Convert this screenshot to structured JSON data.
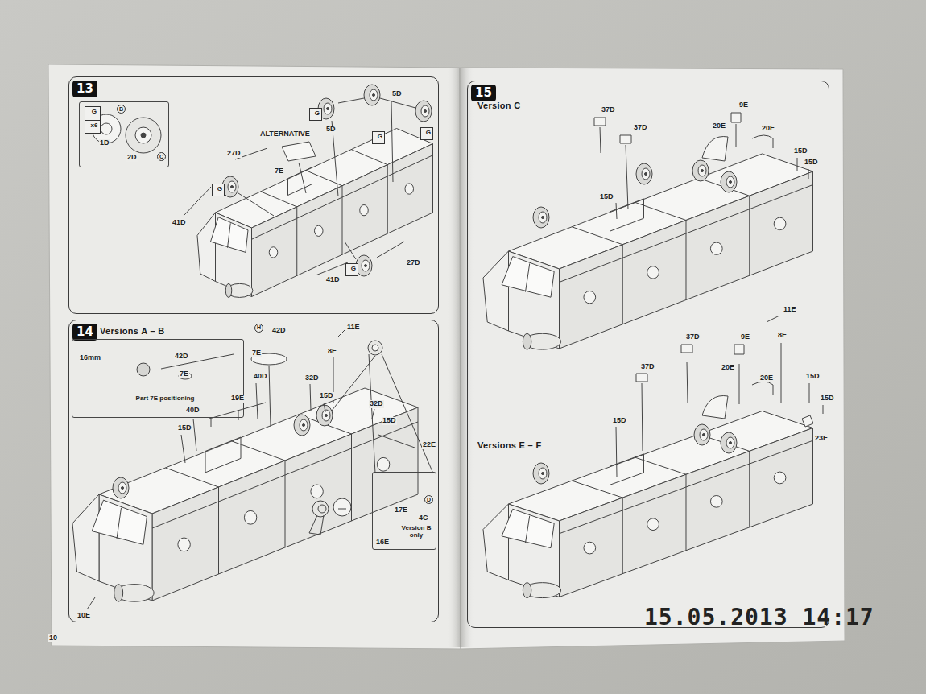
{
  "diagram": {
    "nodes": [
      {
        "text": [
          "13"
        ]
      },
      {
        "text": [
          "1D",
          "2D",
          "B",
          "C"
        ],
        "in": 0
      },
      {
        "text": [
          "G",
          "x6"
        ],
        "in": 1
      },
      {
        "text": [
          "G"
        ],
        "in": 0
      },
      {
        "text": [
          "G"
        ],
        "in": 0
      },
      {
        "text": [
          "G"
        ],
        "in": 0
      },
      {
        "text": [
          "G"
        ],
        "in": 0
      },
      {
        "text": [
          "G"
        ],
        "in": 0
      },
      {
        "text": [
          "14",
          "Versions A – B"
        ]
      },
      {
        "text": [
          "16mm",
          "42D",
          "7E",
          "Part 7E positioning"
        ],
        "in": 8
      },
      {
        "text": [
          "17E",
          "4C",
          "16E",
          "D",
          "Version B only"
        ],
        "in": 8
      },
      {
        "text": [
          "15",
          "Version C",
          "Versions E – F"
        ]
      }
    ],
    "labels": [
      "ALTERNATIVE",
      "7E",
      "5D",
      "5D",
      "27D",
      "27D",
      "41D",
      "41D",
      "H",
      "42D",
      "7E",
      "11E",
      "8E",
      "40D",
      "32D",
      "19E",
      "15D",
      "32D",
      "15D",
      "40D",
      "15D",
      "22E",
      "10E",
      "10",
      "37D",
      "37D",
      "9E",
      "20E",
      "20E",
      "15D",
      "15D",
      "15D",
      "11E",
      "8E",
      "37D",
      "9E",
      "20E",
      "20E",
      "37D",
      "15D",
      "15D",
      "15D",
      "23E",
      "15.05.2013 14:17"
    ]
  }
}
